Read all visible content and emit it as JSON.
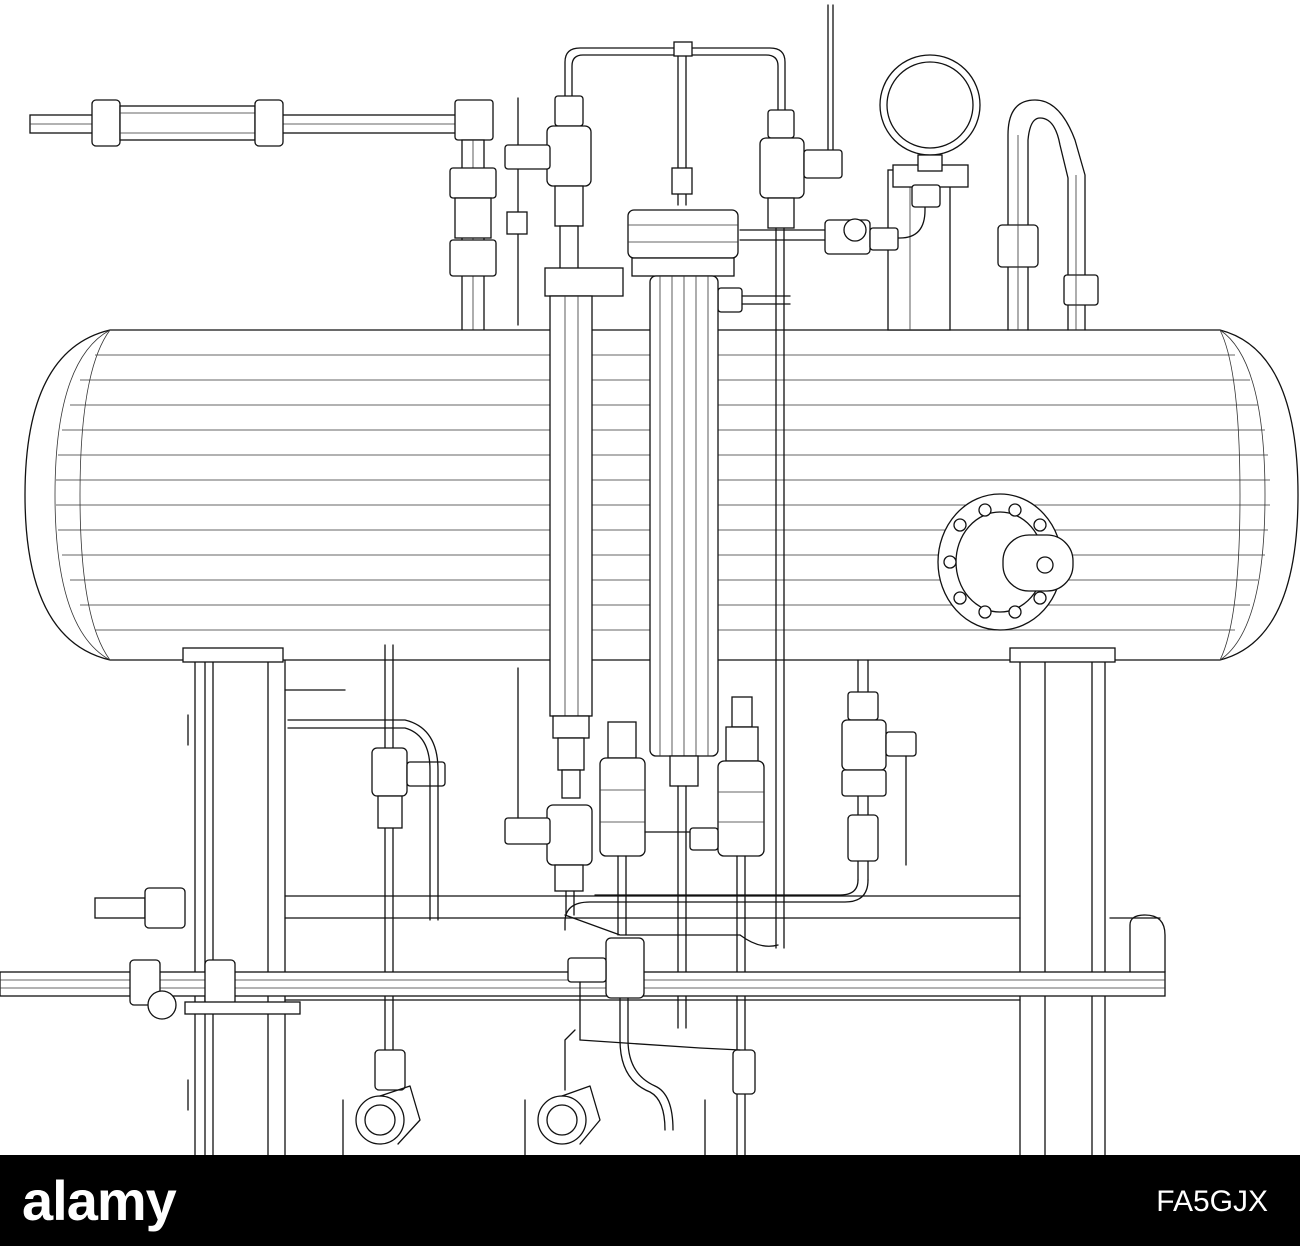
{
  "illustration": {
    "subject": "wireframe-industrial-vessel-with-piping",
    "colors": {
      "background": "#ffffff",
      "line": "#111111",
      "footer": "#000000",
      "footer_text": "#ffffff"
    }
  },
  "footer": {
    "brand": "alamy",
    "image_id": "FA5GJX"
  }
}
